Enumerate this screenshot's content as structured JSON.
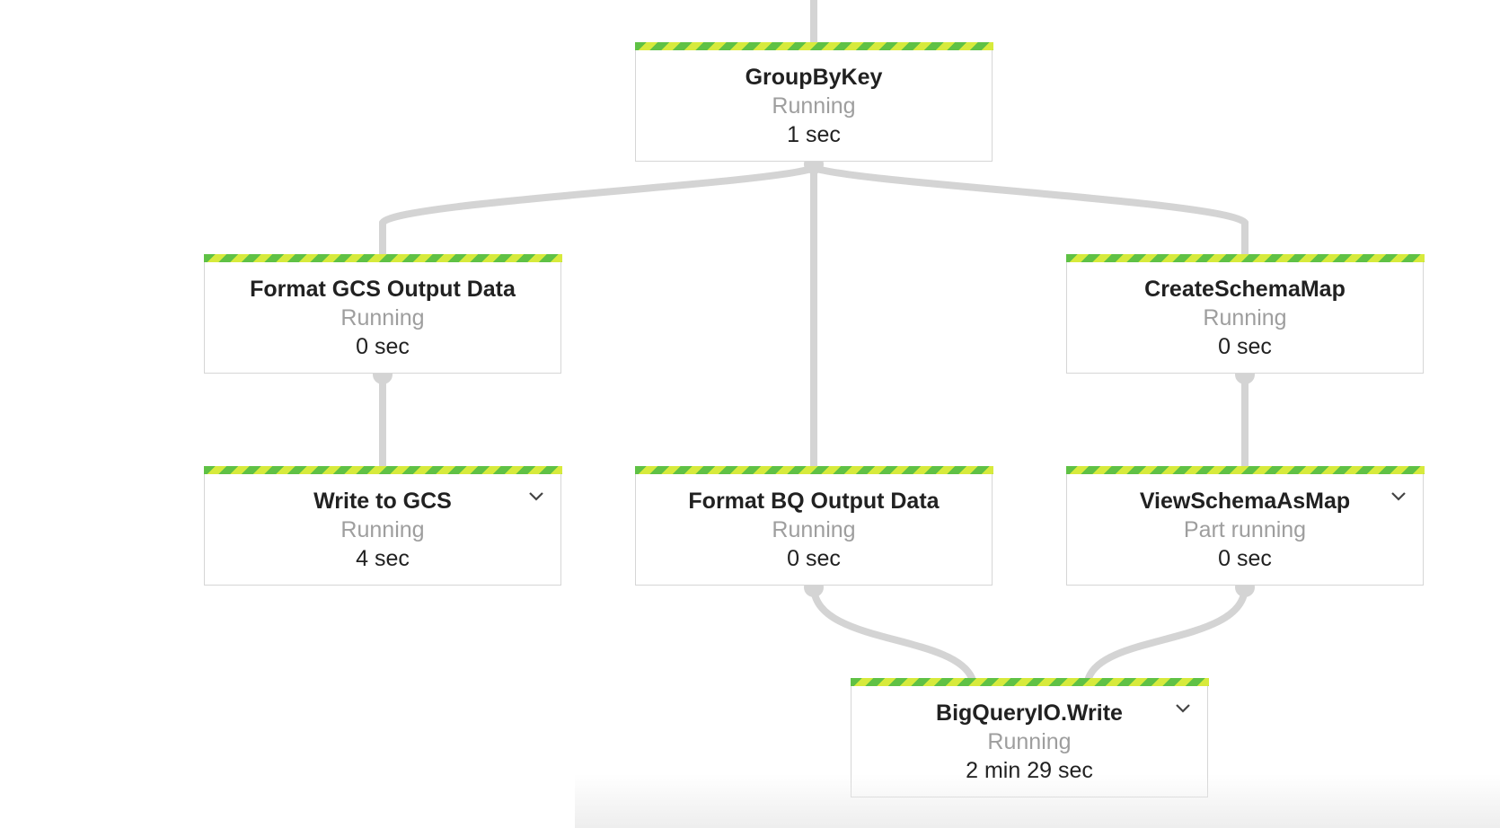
{
  "nodes": {
    "group_by_key": {
      "title": "GroupByKey",
      "status": "Running",
      "time": "1 sec"
    },
    "format_gcs": {
      "title": "Format GCS Output Data",
      "status": "Running",
      "time": "0 sec"
    },
    "create_schema_map": {
      "title": "CreateSchemaMap",
      "status": "Running",
      "time": "0 sec"
    },
    "write_to_gcs": {
      "title": "Write to GCS",
      "status": "Running",
      "time": "4 sec",
      "expandable": true
    },
    "format_bq": {
      "title": "Format BQ Output Data",
      "status": "Running",
      "time": "0 sec"
    },
    "view_schema_as_map": {
      "title": "ViewSchemaAsMap",
      "status": "Part running",
      "time": "0 sec",
      "expandable": true
    },
    "bigquery_write": {
      "title": "BigQueryIO.Write",
      "status": "Running",
      "time": "2 min 29 sec",
      "expandable": true
    }
  },
  "colors": {
    "edge": "#d4d4d4",
    "stripe_green": "#5fc145",
    "stripe_yellow": "#d7ea3c",
    "status_text": "#9e9e9e",
    "border": "#d6d6d6"
  },
  "icons": {
    "expand": "chevron-down-icon"
  }
}
